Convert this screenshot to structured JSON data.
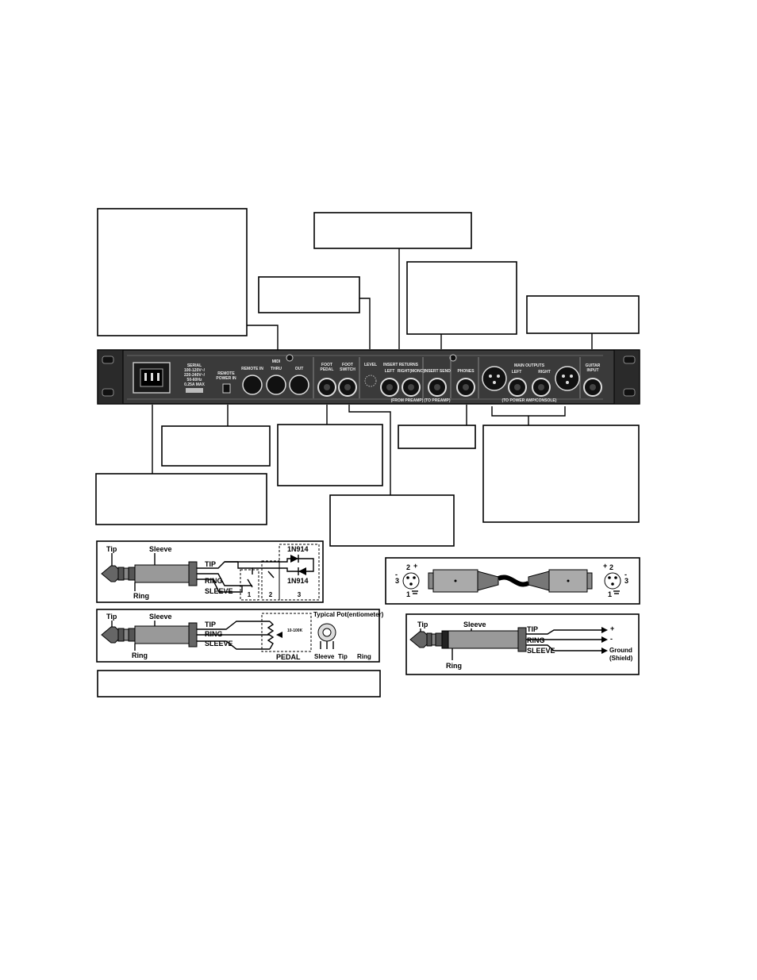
{
  "rear_panel": {
    "rating": [
      "SERIAL",
      "100-120V~/",
      "220-240V~/",
      "50-60Hz",
      "0.25A MAX"
    ],
    "remote_power_in": [
      "REMOTE",
      "POWER IN"
    ],
    "midi": "MIDI",
    "remote_in": "REMOTE IN",
    "thru": "THRU",
    "out": "OUT",
    "foot_pedal": [
      "FOOT",
      "PEDAL"
    ],
    "foot_switch": [
      "FOOT",
      "SWITCH"
    ],
    "level": "LEVEL",
    "insert_returns": "INSERT RETURNS",
    "insert_left": "LEFT",
    "insert_right": "RIGHT(MONO)",
    "from_preamp": "(FROM PREAMP)",
    "insert_send": "INSERT SEND",
    "to_preamp": "(TO PREAMP)",
    "phones": "PHONES",
    "main_outputs": "MAIN OUTPUTS",
    "main_left": "LEFT",
    "main_right": "RIGHT",
    "to_power_amp": "(TO POWER AMP/CONSOLE)",
    "guitar_input": [
      "GUITAR",
      "INPUT"
    ]
  },
  "footswitch_diagram": {
    "tip": "Tip",
    "sleeve_top": "Sleeve",
    "ring": "Ring",
    "wire_tip": "TIP",
    "wire_ring": "RING",
    "wire_sleeve": "SLEEVE",
    "diode_1": "1N914",
    "diode_2": "1N914",
    "sec_1": "1",
    "sec_2": "2",
    "sec_3": "3"
  },
  "pedal_diagram": {
    "tip": "Tip",
    "sleeve_top": "Sleeve",
    "ring": "Ring",
    "wire_tip": "TIP",
    "wire_ring": "RING",
    "wire_sleeve": "SLEEVE",
    "resistance": "10-100K",
    "pedal": "PEDAL",
    "pot_title": "Typical Pot(entiometer)",
    "pot_sleeve": "Sleeve",
    "pot_tip": "Tip",
    "pot_ring": "Ring"
  },
  "xlr_diagram": {
    "left_pin2": "2",
    "left_plus": "+",
    "left_pin3": "3",
    "left_minus": "-",
    "left_pin1": "1",
    "right_pin2": "2",
    "right_plus": "+",
    "right_pin3": "3",
    "right_minus": "-",
    "right_pin1": "1"
  },
  "trs_diagram": {
    "tip": "Tip",
    "sleeve_top": "Sleeve",
    "ring": "Ring",
    "wire_tip": "TIP",
    "wire_ring": "RING",
    "wire_sleeve": "SLEEVE",
    "plus": "+",
    "minus": "-",
    "ground": "Ground",
    "shield": "(Shield)"
  }
}
